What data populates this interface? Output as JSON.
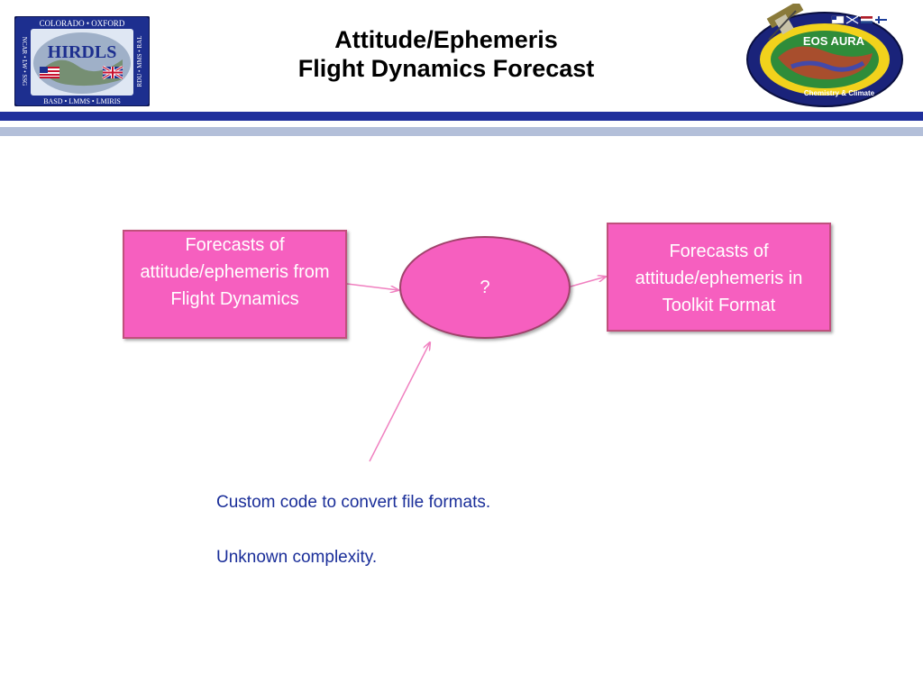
{
  "title": {
    "line1": "Attitude/Ephemeris",
    "line2": "Flight Dynamics Forecast"
  },
  "logo_left": {
    "top_arc": "COLORADO • OXFORD",
    "name": "HIRDLS",
    "left_arc": "NCAR • LW • SSG",
    "right_arc": "RDU • MMS • RAL",
    "bottom_arc": "BASD • LMMS • LMIRIS"
  },
  "logo_right": {
    "name": "EOS AURA",
    "tagline": "Chemistry & Climate"
  },
  "diagram": {
    "input_box": "Forecasts of attitude/ephemeris from Flight Dynamics",
    "process": "?",
    "output_box": "Forecasts of attitude/ephemeris in Toolkit Format"
  },
  "notes": {
    "line1": "Custom code to convert file formats.",
    "line2": "Unknown complexity."
  },
  "colors": {
    "box_fill": "#f65fbf",
    "box_border": "#c0507c",
    "arrow": "#f080c0",
    "note_text": "#1a2e99",
    "rule_dark": "#1f2f9c",
    "rule_light": "#b3bfd9"
  }
}
